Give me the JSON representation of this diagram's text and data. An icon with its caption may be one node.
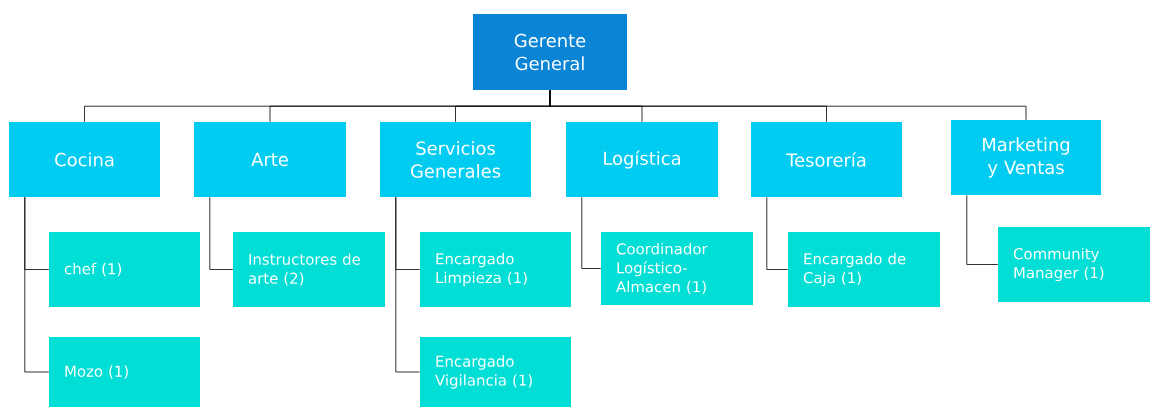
{
  "diagram": {
    "nodes": [
      {
        "text": [
          "Gerente General"
        ]
      },
      {
        "text": [
          "Cocina"
        ]
      },
      {
        "text": [
          "Arte"
        ]
      },
      {
        "text": [
          "Servicios Generales"
        ]
      },
      {
        "text": [
          "Logística"
        ]
      },
      {
        "text": [
          "Tesorería"
        ]
      },
      {
        "text": [
          "Marketing y Ventas"
        ]
      },
      {
        "text": [
          "chef (1)"
        ]
      },
      {
        "text": [
          "Mozo (1)"
        ]
      },
      {
        "text": [
          "Instructores de arte (2)"
        ]
      },
      {
        "text": [
          "Encargado Limpieza (1)"
        ]
      },
      {
        "text": [
          "Encargado Vigilancia (1)"
        ]
      },
      {
        "text": [
          "Coordinador Logístico-Almacen (1)"
        ]
      },
      {
        "text": [
          "Encargado de Caja (1)"
        ]
      },
      {
        "text": [
          "Community Manager (1)"
        ]
      }
    ],
    "edges": [
      {
        "from": 0,
        "to": 1,
        "arrow": "none"
      },
      {
        "from": 0,
        "to": 2,
        "arrow": "none"
      },
      {
        "from": 0,
        "to": 3,
        "arrow": "none"
      },
      {
        "from": 0,
        "to": 4,
        "arrow": "none"
      },
      {
        "from": 0,
        "to": 5,
        "arrow": "none"
      },
      {
        "from": 0,
        "to": 6,
        "arrow": "none"
      },
      {
        "from": 1,
        "to": 7,
        "arrow": "none"
      },
      {
        "from": 1,
        "to": 8,
        "arrow": "none"
      },
      {
        "from": 2,
        "to": 9,
        "arrow": "none"
      },
      {
        "from": 3,
        "to": 10,
        "arrow": "none"
      },
      {
        "from": 3,
        "to": 11,
        "arrow": "none"
      },
      {
        "from": 4,
        "to": 12,
        "arrow": "none"
      },
      {
        "from": 5,
        "to": 13,
        "arrow": "none"
      },
      {
        "from": 6,
        "to": 14,
        "arrow": "none"
      }
    ]
  }
}
